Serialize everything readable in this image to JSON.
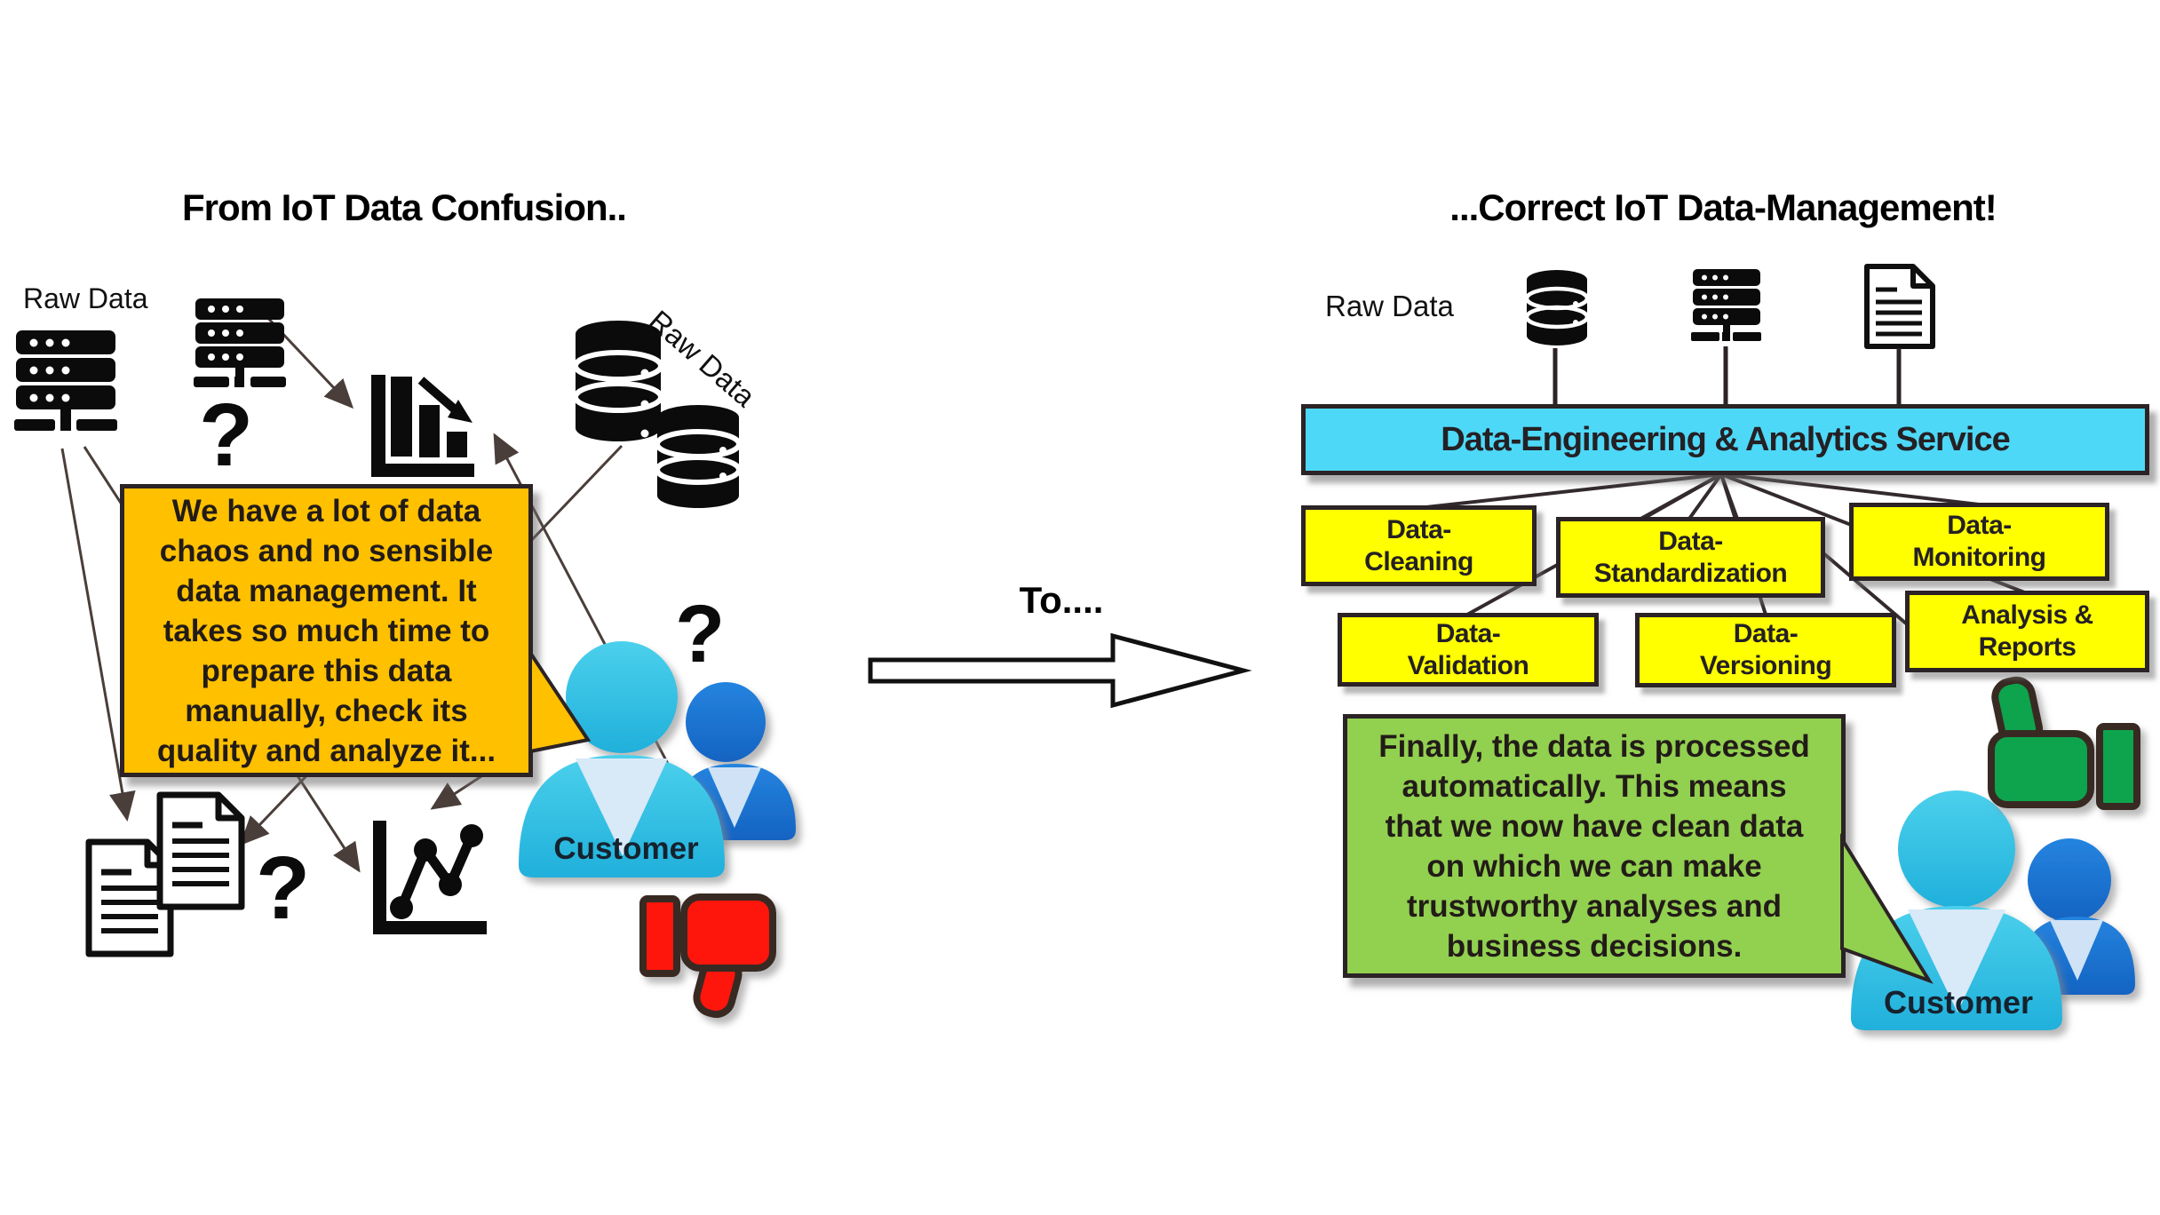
{
  "left": {
    "title": "From IoT Data Confusion..",
    "raw_data_label": "Raw Data",
    "raw_data_label_rotated": "Raw Data",
    "question_marks": [
      "?",
      "?",
      "?"
    ],
    "bubble": {
      "fill_color": "#FFC000",
      "lines": [
        "We have a lot of data",
        "chaos and no sensible",
        "data management. It",
        "takes so much time to",
        "prepare this data",
        "manually, check its",
        "quality and analyze it..."
      ]
    },
    "customer_label": "Customer"
  },
  "middle": {
    "to_label": "To...."
  },
  "right": {
    "title": "...Correct IoT Data-Management!",
    "raw_data_label": "Raw Data",
    "service_label": "Data-Engineering & Analytics Service",
    "service_fill_color": "#4ED8F7",
    "process_boxes": {
      "fill_color": "#FFFF00",
      "cleaning": {
        "line1": "Data-",
        "line2": "Cleaning"
      },
      "standardization": {
        "line1": "Data-",
        "line2": "Standardization"
      },
      "monitoring": {
        "line1": "Data-",
        "line2": "Monitoring"
      },
      "validation": {
        "line1": "Data-",
        "line2": "Validation"
      },
      "versioning": {
        "line1": "Data-",
        "line2": "Versioning"
      },
      "analysis": {
        "line1": "Analysis &",
        "line2": "Reports"
      }
    },
    "bubble": {
      "fill_color": "#92D050",
      "lines": [
        "Finally, the data is processed",
        "automatically. This means",
        "that we now have clean data",
        "on which we can make",
        "trustworthy analyses and",
        "business decisions."
      ]
    },
    "customer_label": "Customer"
  },
  "colors": {
    "customer_front": "#2FBFE5",
    "customer_back": "#1B72CC",
    "thumbs_up": "#0CA44D",
    "thumbs_down": "#FE1210",
    "box_border": "#2b2325",
    "arrow_line": "#4a3e3a"
  }
}
